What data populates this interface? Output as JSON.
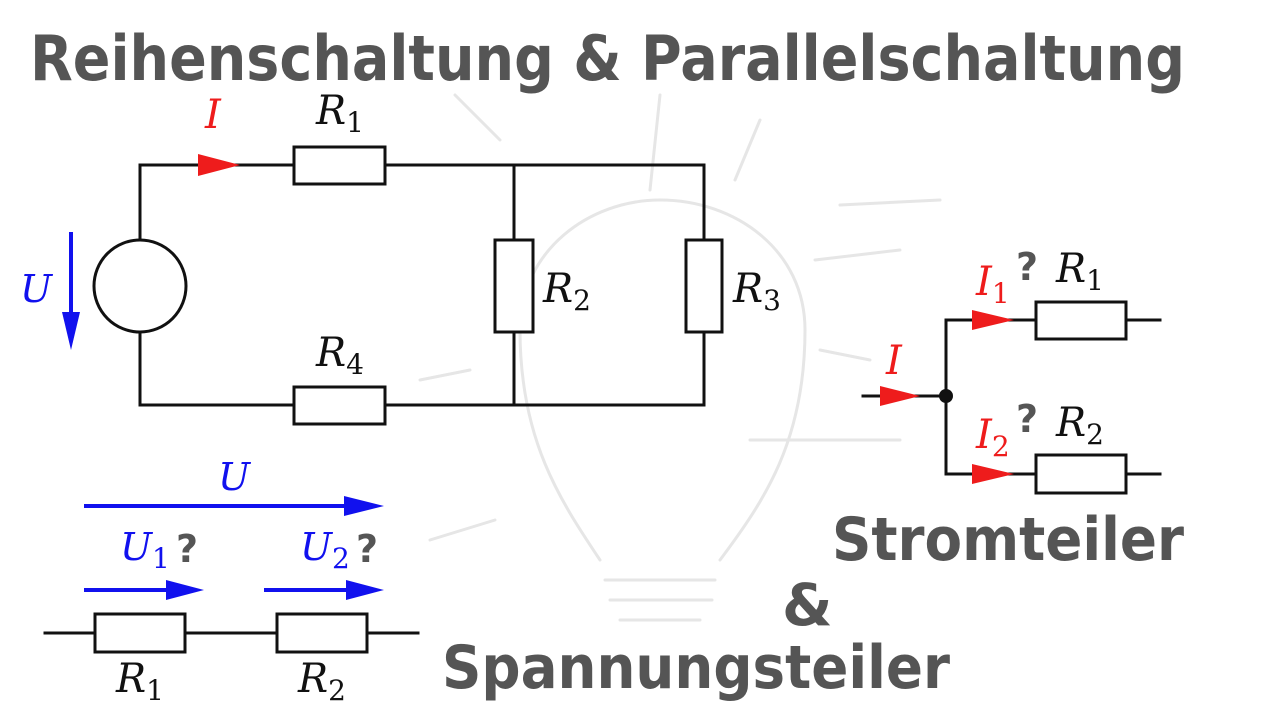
{
  "title": "Reihenschaltung & Parallelschaltung",
  "circuit": {
    "current_label": "I",
    "voltage_label": "U",
    "r1": {
      "sym": "R",
      "idx": "1"
    },
    "r2": {
      "sym": "R",
      "idx": "2"
    },
    "r3": {
      "sym": "R",
      "idx": "3"
    },
    "r4": {
      "sym": "R",
      "idx": "4"
    }
  },
  "current_divider": {
    "title": "Stromteiler",
    "input_current": "I",
    "i1": {
      "sym": "I",
      "idx": "1"
    },
    "i2": {
      "sym": "I",
      "idx": "2"
    },
    "question": "?",
    "r1": {
      "sym": "R",
      "idx": "1"
    },
    "r2": {
      "sym": "R",
      "idx": "2"
    }
  },
  "ampersand": "&",
  "voltage_divider": {
    "title": "Spannungsteiler",
    "total_voltage": "U",
    "u1": {
      "sym": "U",
      "idx": "1"
    },
    "u2": {
      "sym": "U",
      "idx": "2"
    },
    "question": "?",
    "r1": {
      "sym": "R",
      "idx": "1"
    },
    "r2": {
      "sym": "R",
      "idx": "2"
    }
  },
  "colors": {
    "current": "#ee1c1c",
    "voltage": "#1111ee",
    "title": "#555555",
    "wire": "#111111"
  }
}
